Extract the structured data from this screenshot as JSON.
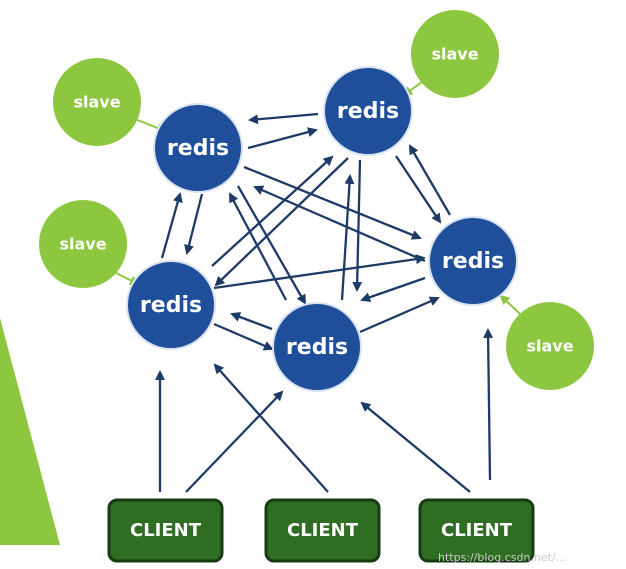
{
  "diagram": {
    "redis_nodes": [
      {
        "id": "redis-top-left",
        "label": "redis"
      },
      {
        "id": "redis-top-right",
        "label": "redis"
      },
      {
        "id": "redis-middle-left",
        "label": "redis"
      },
      {
        "id": "redis-bottom-center",
        "label": "redis"
      },
      {
        "id": "redis-right",
        "label": "redis"
      }
    ],
    "slave_nodes": [
      {
        "id": "slave-top-left",
        "label": "slave"
      },
      {
        "id": "slave-top-right",
        "label": "slave"
      },
      {
        "id": "slave-left",
        "label": "slave"
      },
      {
        "id": "slave-right",
        "label": "slave"
      }
    ],
    "client_nodes": [
      {
        "id": "client-1",
        "label": "CLIENT"
      },
      {
        "id": "client-2",
        "label": "CLIENT"
      },
      {
        "id": "client-3",
        "label": "CLIENT"
      }
    ],
    "colors": {
      "redis_fill": "#1f4f9a",
      "redis_stroke": "#d9e3f0",
      "slave_fill": "#8dc63f",
      "client_fill": "#2f6d23",
      "client_stroke": "#173b12",
      "arrow": "#1e3a66",
      "slave_link": "#8dc63f",
      "accent_wedge": "#8dc63f"
    },
    "watermark": "https://blog.csdn.net/..."
  }
}
